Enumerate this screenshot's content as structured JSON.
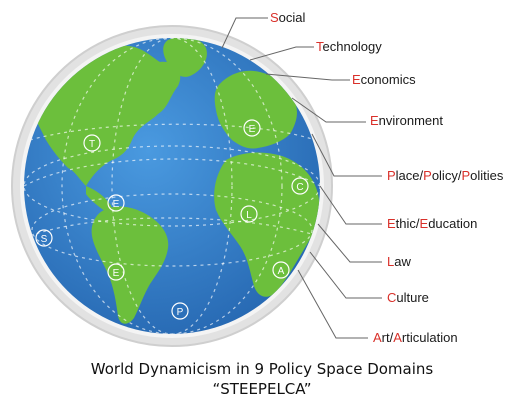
{
  "colors": {
    "ocean": "#2f78c4",
    "ocean_light": "#3d8bd6",
    "land": "#6cbf3c",
    "land_dark": "#58a830",
    "rim": "#d8d8d8",
    "highlight": "#d9302a",
    "leader": "#666666"
  },
  "domains": [
    {
      "parts": [
        {
          "t": "S",
          "hl": true
        },
        {
          "t": "ocial",
          "hl": false
        }
      ]
    },
    {
      "parts": [
        {
          "t": "T",
          "hl": true
        },
        {
          "t": "echnology",
          "hl": false
        }
      ]
    },
    {
      "parts": [
        {
          "t": "E",
          "hl": true
        },
        {
          "t": "conomics",
          "hl": false
        }
      ]
    },
    {
      "parts": [
        {
          "t": "E",
          "hl": true
        },
        {
          "t": "nvironment",
          "hl": false
        }
      ]
    },
    {
      "parts": [
        {
          "t": "P",
          "hl": true
        },
        {
          "t": "lace/",
          "hl": false
        },
        {
          "t": "P",
          "hl": true
        },
        {
          "t": "olicy/",
          "hl": false
        },
        {
          "t": "P",
          "hl": true
        },
        {
          "t": "olities",
          "hl": false
        }
      ]
    },
    {
      "parts": [
        {
          "t": "E",
          "hl": true
        },
        {
          "t": "thic/",
          "hl": false
        },
        {
          "t": "E",
          "hl": true
        },
        {
          "t": "ducation",
          "hl": false
        }
      ]
    },
    {
      "parts": [
        {
          "t": "L",
          "hl": true
        },
        {
          "t": "aw",
          "hl": false
        }
      ]
    },
    {
      "parts": [
        {
          "t": "C",
          "hl": true
        },
        {
          "t": "ulture",
          "hl": false
        }
      ]
    },
    {
      "parts": [
        {
          "t": "A",
          "hl": true
        },
        {
          "t": "rt/",
          "hl": false
        },
        {
          "t": "A",
          "hl": true
        },
        {
          "t": "rticulation",
          "hl": false
        }
      ]
    }
  ],
  "globe_markers": [
    "T",
    "E",
    "C",
    "E",
    "L",
    "S",
    "E",
    "A",
    "P"
  ],
  "caption": {
    "line1": "World Dynamicism in 9 Policy Space Domains",
    "line2": "“STEEPELCA”"
  }
}
